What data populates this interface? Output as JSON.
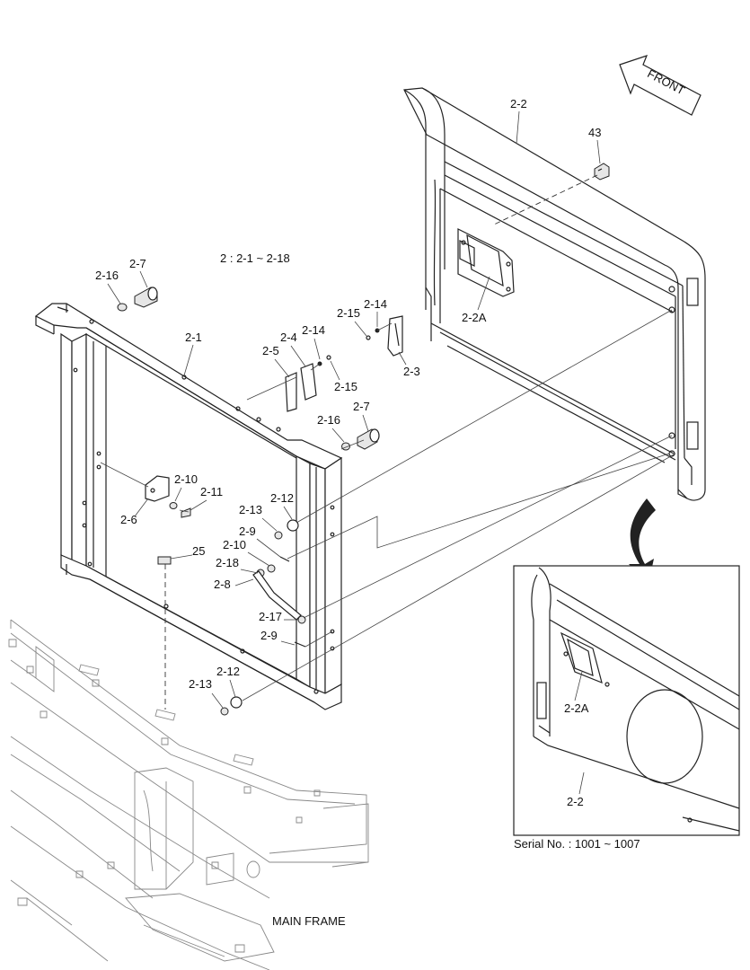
{
  "diagram": {
    "range_note": "2 : 2-1 ~ 2-18",
    "front_label": "FRONT",
    "main_frame_label": "MAIN FRAME",
    "serial_note": "Serial No. : 1001 ~ 1007",
    "labels": {
      "l_2_2": "2-2",
      "l_43": "43",
      "l_2_2A": "2-2A",
      "l_2_7a": "2-7",
      "l_2_16a": "2-16",
      "l_2_1": "2-1",
      "l_2_14a": "2-14",
      "l_2_15a": "2-15",
      "l_2_3": "2-3",
      "l_2_4": "2-4",
      "l_2_14b": "2-14",
      "l_2_5": "2-5",
      "l_2_15b": "2-15",
      "l_2_16b": "2-16",
      "l_2_7b": "2-7",
      "l_2_10a": "2-10",
      "l_2_11": "2-11",
      "l_2_6": "2-6",
      "l_2_12a": "2-12",
      "l_2_13a": "2-13",
      "l_2_9a": "2-9",
      "l_25": "25",
      "l_2_10b": "2-10",
      "l_2_18": "2-18",
      "l_2_8": "2-8",
      "l_2_17": "2-17",
      "l_2_9b": "2-9",
      "l_2_12b": "2-12",
      "l_2_13b": "2-13",
      "l_inset_2_2A": "2-2A",
      "l_inset_2_2": "2-2"
    }
  }
}
